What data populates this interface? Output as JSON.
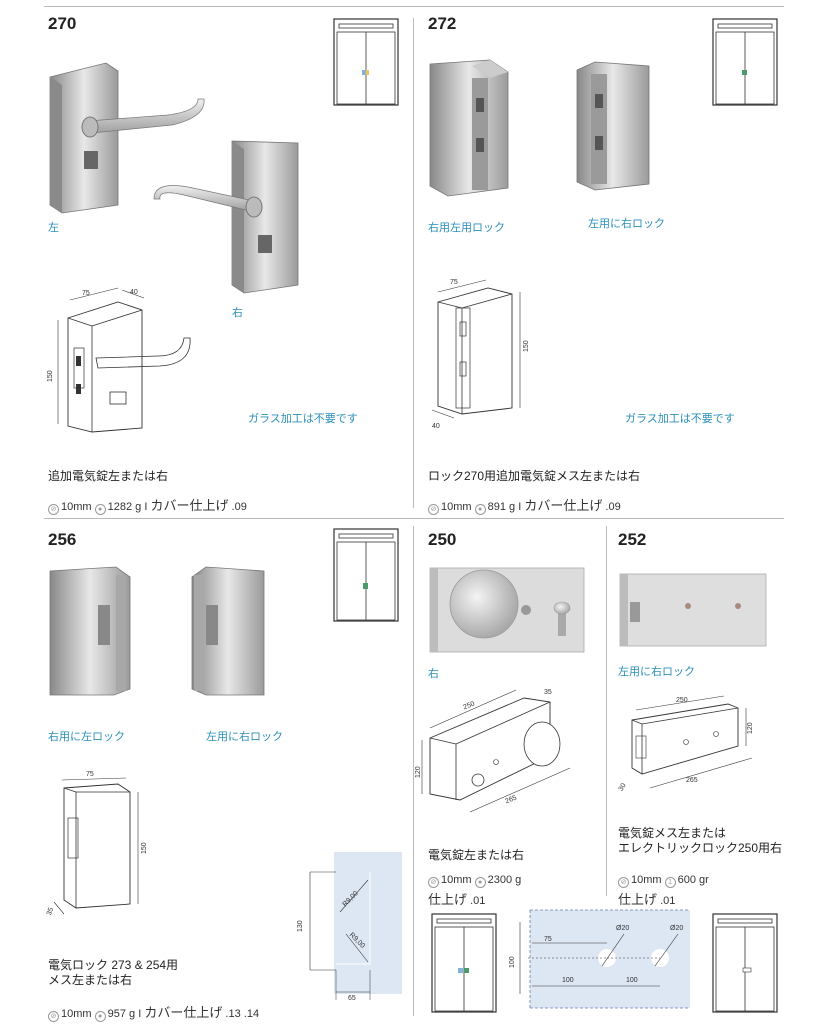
{
  "sections": {
    "s270": {
      "number": "270",
      "label_left": "左",
      "label_right": "右",
      "note": "ガラス加工は不要です",
      "description": "追加電気錠左または右",
      "spec": {
        "glass": "10mm",
        "weight": "1282 g",
        "sep": "I",
        "finish": "カバー仕上げ",
        "finish_code": ".09"
      },
      "dims": {
        "w": "75",
        "d": "40",
        "h": "150"
      }
    },
    "s272": {
      "number": "272",
      "label_a": "右用左用ロック",
      "label_b": "左用に右ロック",
      "note": "ガラス加工は不要です",
      "description": "ロック270用追加電気錠メス左または右",
      "spec": {
        "glass": "10mm",
        "weight": "891 g",
        "sep": "I",
        "finish": "カバー仕上げ",
        "finish_code": ".09"
      },
      "dims": {
        "w": "75",
        "d": "40",
        "h": "150"
      }
    },
    "s256": {
      "number": "256",
      "label_a": "右用に左ロック",
      "label_b": "左用に右ロック",
      "description_1": "電気ロック 273 & 254用",
      "description_2": "メス左または右",
      "spec": {
        "glass": "10mm",
        "weight": "957 g",
        "sep": "I",
        "finish": "カバー仕上げ",
        "finish_code": ".13 .14"
      },
      "dims": {
        "w": "75",
        "h": "150",
        "d": "35"
      }
    },
    "s250": {
      "number": "250",
      "label": "右",
      "description": "電気錠左または右",
      "spec": {
        "glass": "10mm",
        "weight": "2300 g",
        "finish": "仕上げ",
        "finish_code": ".01"
      },
      "dims": {
        "w": "250",
        "d": "35",
        "h": "120",
        "l": "265"
      }
    },
    "s252": {
      "number": "252",
      "label": "左用に右ロック",
      "description_1": "電気錠メス左または",
      "description_2": "エレクトリックロック250用右",
      "spec": {
        "glass": "10mm",
        "weight": "600 gr",
        "weight_prefix": "1",
        "finish": "仕上げ",
        "finish_code": ".01"
      },
      "dims": {
        "w": "250",
        "h": "120",
        "d": "30",
        "l": "265"
      }
    },
    "glass_cut_256": {
      "r1": "R9,00",
      "r2": "R9,00",
      "h": "130",
      "w": "65"
    },
    "glass_cut_250": {
      "d1": "Ø20",
      "d2": "Ø20",
      "a": "75",
      "b": "100",
      "c": "100",
      "h": "100"
    }
  },
  "colors": {
    "caption": "#2a8fb8",
    "glass_highlight": "#dde6f3"
  }
}
